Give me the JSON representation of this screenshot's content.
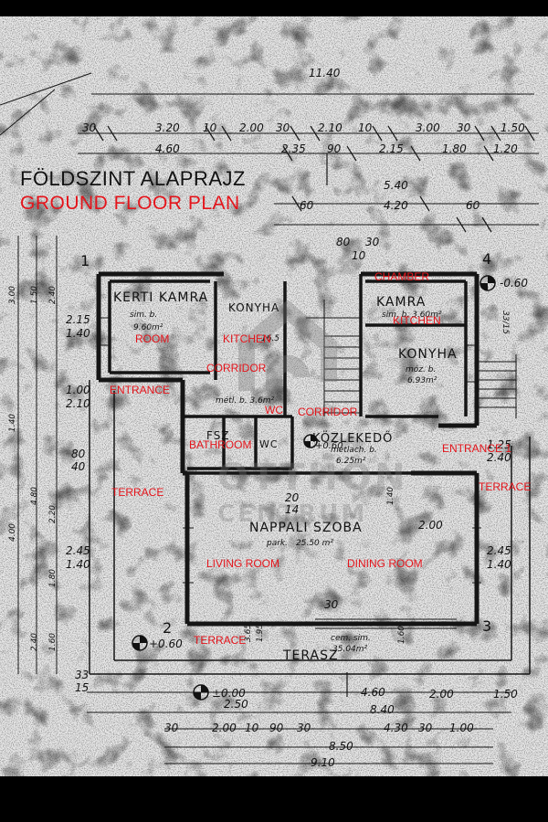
{
  "titles": {
    "hu": "FÖLDSZINT ALAPRAJZ",
    "en": "GROUND FLOOR PLAN"
  },
  "labels_en": {
    "room": "ROOM",
    "kitchen_left": "KITCHEN",
    "corridor_left": "CORRIDOR",
    "entrance_left": "ENTRANCE",
    "bathroom": "BATHROOM",
    "wc": "WC",
    "corridor_center": "CORRIDOR",
    "chamber": "CHAMBER",
    "kitchen_right": "KITCHEN",
    "entrance_right": "ENTRANCE 1",
    "terrace_left": "TERRACE",
    "terrace_right": "TERRACE",
    "terrace_bottom": "TERRACE",
    "living_room": "LIVING ROOM",
    "dining_room": "DINING ROOM"
  },
  "labels_hu": {
    "kerti_kamra": "KERTI KAMRA",
    "kerti_sub": "sim. b.",
    "kerti_area": "9.60m²",
    "konyha_left": "KONYHA",
    "konyha_area": "16.5",
    "kamra": "KAMRA",
    "kamra_sub": "sim. b. 3.60m²",
    "konyha_right": "KONYHA",
    "konyha_right_sub": "móz. b.",
    "konyha_right_area": "6.93m²",
    "fsz": "FSZ",
    "wc": "WC",
    "kozlekedo": "KÖZLEKEDŐ",
    "kozlekedo_sub": "metlach. b.",
    "kozlekedo_area": "6.25m²",
    "nappali": "NAPPALI SZOBA",
    "nappali_sub": "park.",
    "nappali_area": "25.50 m²",
    "terasz": "TERASZ",
    "terasz_sub": "cem. sim.",
    "terasz_area": "35.04m²",
    "corridor_area": "métl. b. 3.6m²"
  },
  "grid_marks": [
    "1",
    "2",
    "3",
    "4"
  ],
  "levels": [
    "-0.60",
    "+0.60",
    "±0.00",
    "+0.60"
  ],
  "dims_top": {
    "overall": "11.40",
    "row1": [
      "30",
      "3.20",
      "10",
      "2.00",
      "30",
      "2.10",
      "10",
      "3.00",
      "30",
      "1.50"
    ],
    "row2": [
      "4.60",
      "2.35",
      "90",
      "2.15",
      "1.80",
      "1.20"
    ],
    "row3": [
      "5.40",
      "4.20",
      "60"
    ],
    "row4": [
      "60",
      "80",
      "10",
      "30"
    ]
  },
  "dims_bottom": {
    "row1": [
      "4.60",
      "2.00",
      "1.50"
    ],
    "row2": [
      "8.40"
    ],
    "row3": [
      "30",
      "2.00",
      "10",
      "90",
      "30",
      "4.30",
      "30",
      "1.00"
    ],
    "row4": [
      "8.50"
    ],
    "row5": [
      "9.10"
    ],
    "small": [
      "2.50",
      "3.65",
      "1.95",
      "1.40",
      "1.60",
      "20",
      "14",
      "2.00",
      "30"
    ]
  },
  "dims_left": [
    "2.15",
    "1.40",
    "1.00",
    "2.10",
    "80",
    "40",
    "2.45",
    "1.40",
    "33",
    "15"
  ],
  "dims_right": [
    "1.25",
    "2.40",
    "2.45",
    "1.40",
    "33/15"
  ],
  "dims_left_vertical": [
    "3.00",
    "1.50",
    "2.40",
    "1.40",
    "4.80",
    "2.20",
    "1.80",
    "1.60",
    "2.40",
    "4.00"
  ],
  "watermark": {
    "line1": "OTTHON",
    "line2": "CENTRUM"
  },
  "colors": {
    "label_red": "#e4141b",
    "paper": "#e9e9e9",
    "ink": "#111111"
  }
}
